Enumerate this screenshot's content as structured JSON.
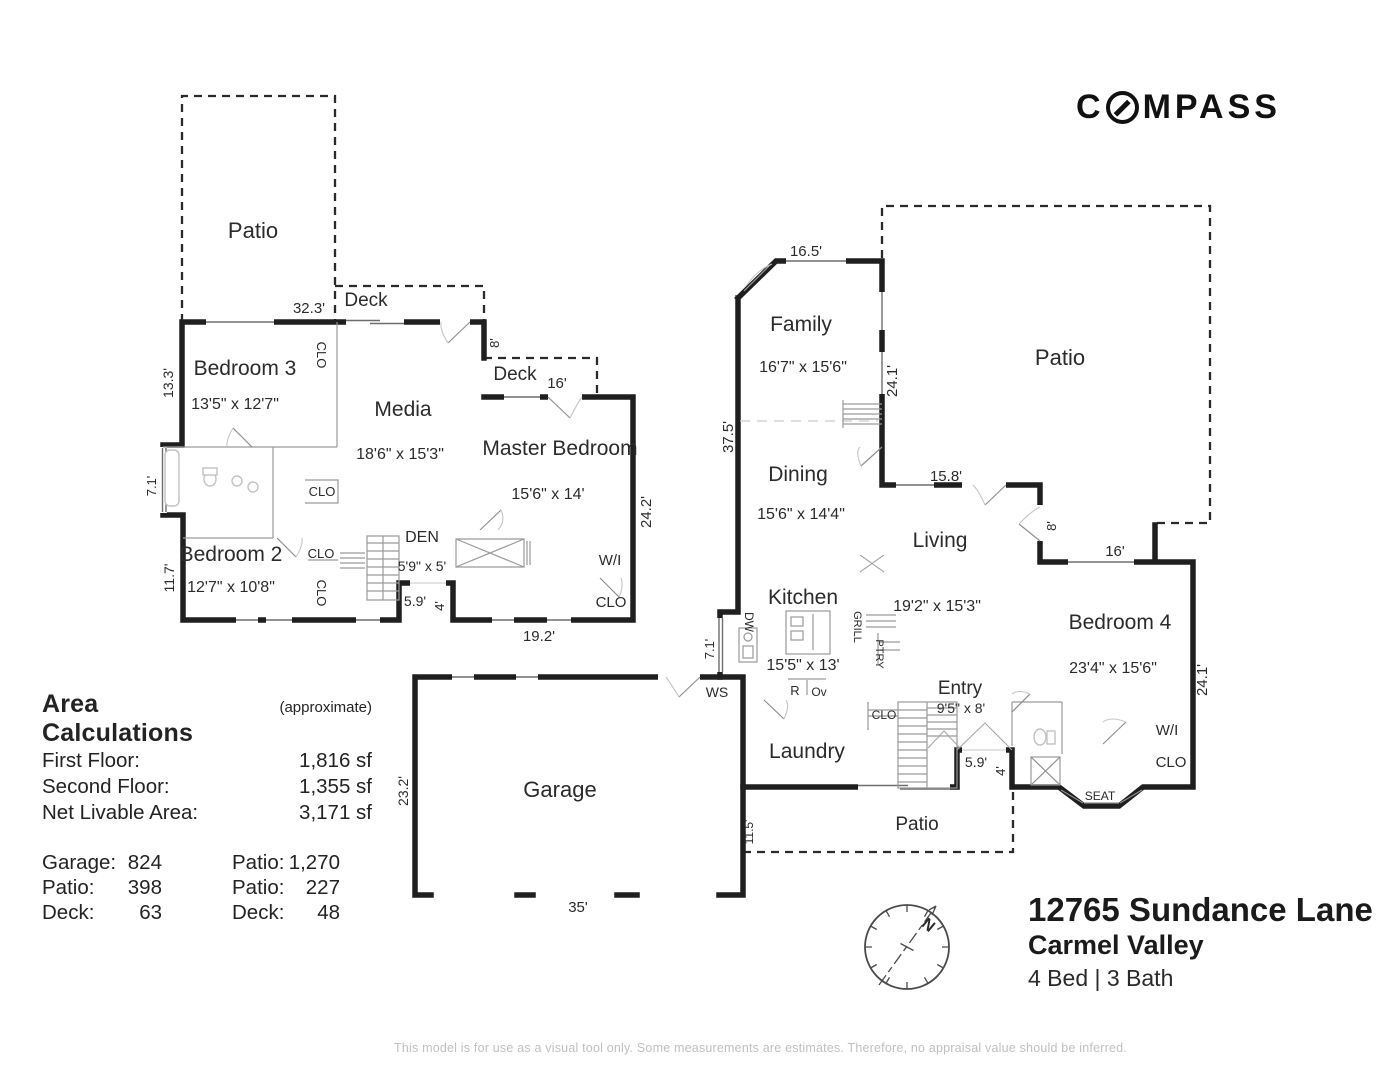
{
  "colors": {
    "wall": "#1f1f1f",
    "text": "#2b2b2b",
    "detail_gray": "#9a9a9a",
    "muted": "#c0c0c0"
  },
  "brand": {
    "logo_c": "C",
    "logo_rest": "MPASS"
  },
  "floor2": {
    "patio": "Patio",
    "deck_top": "Deck",
    "deck_top_dim": "32.3'",
    "deck_right": "Deck",
    "deck_right_dim": "16'",
    "deck_right_depth": "8'",
    "bedroom3": "Bedroom 3",
    "bedroom3_dim": "13'5\" x 12'7\"",
    "media": "Media",
    "media_dim": "18'6\" x 15'3\"",
    "master": "Master Bedroom",
    "master_dim": "15'6\" x 14'",
    "bedroom2": "Bedroom 2",
    "bedroom2_dim": "12'7\" x 10'8\"",
    "den": "DEN",
    "den_dim": "5'9\" x 5'",
    "dim_5_9": "5.9'",
    "dim_4": "4'",
    "dim_19_2": "19.2'",
    "dim_24_2": "24.2'",
    "dim_13_3": "13.3'",
    "dim_7_1": "7.1'",
    "dim_11_7": "11.7'",
    "clo_top": "CLO",
    "clo_media": "CLO",
    "clo_mid": "CLO",
    "clo_low": "CLO",
    "wi": "W/I",
    "wi_clo": "CLO"
  },
  "floor1": {
    "family": "Family",
    "family_dim": "16'7\" x 15'6\"",
    "dim_16_5": "16.5'",
    "patio_large": "Patio",
    "dim_24_1_a": "24.1'",
    "dim_24_1_b": "24.1'",
    "dim_37_5": "37.5'",
    "dining": "Dining",
    "dining_dim": "15'6\" x 14'4\"",
    "dim_15_8": "15.8'",
    "dim_8": "8'",
    "dim_16": "16'",
    "living": "Living",
    "living_dim": "19'2\" x 15'3\"",
    "kitchen": "Kitchen",
    "kitchen_dim": "15'5\" x 13'",
    "dw": "DW",
    "grill": "GRILL",
    "ptry": "PTRY",
    "range": "R",
    "oven": "Ov",
    "entry": "Entry",
    "entry_dim": "9'5\" x 8'",
    "clo_stairs": "CLO",
    "laundry": "Laundry",
    "ws": "WS",
    "dim_5_9": "5.9'",
    "dim_4": "4'",
    "dim_7_1": "7.1'",
    "bedroom4": "Bedroom 4",
    "bedroom4_dim": "23'4\" x 15'6\"",
    "wi": "W/I",
    "wi_clo": "CLO",
    "seat": "SEAT",
    "garage": "Garage",
    "dim_35": "35'",
    "dim_23_2": "23.2'",
    "dim_11_5": "11.5'",
    "patio_bottom": "Patio"
  },
  "area_calculations": {
    "title": "Area Calculations",
    "subtitle": "(approximate)",
    "rows": [
      {
        "label": "First Floor:",
        "value": "1,816 sf"
      },
      {
        "label": "Second Floor:",
        "value": "1,355 sf"
      },
      {
        "label": "Net Livable Area:",
        "value": "3,171 sf"
      }
    ],
    "extras_left": [
      {
        "label": "Garage:",
        "value": "824"
      },
      {
        "label": "Patio:",
        "value": "398"
      },
      {
        "label": "Deck:",
        "value": "63"
      }
    ],
    "extras_right": [
      {
        "label": "Patio:",
        "value": "1,270"
      },
      {
        "label": "Patio:",
        "value": "227"
      },
      {
        "label": "Deck:",
        "value": "48"
      }
    ]
  },
  "listing": {
    "address": "12765 Sundance Lane",
    "city": "Carmel Valley",
    "beds_baths": "4 Bed | 3 Bath"
  },
  "compass_rose": {
    "north": "N"
  },
  "disclaimer": "This model is for use as a visual tool only.  Some measurements are estimates.  Therefore, no appraisal value should be inferred."
}
